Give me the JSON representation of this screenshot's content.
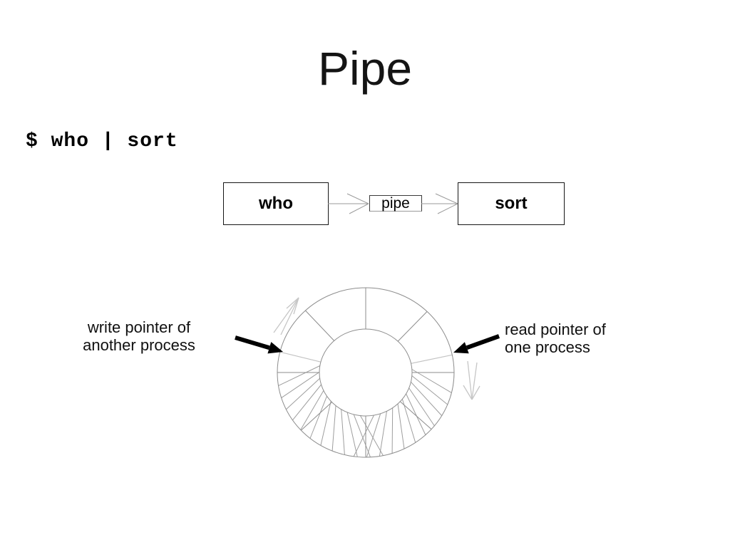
{
  "slide": {
    "title": "Pipe",
    "command": "$ who | sort"
  },
  "flow": {
    "boxes": [
      {
        "label": "who"
      },
      {
        "label": "pipe"
      },
      {
        "label": "sort"
      }
    ],
    "connections": [
      {
        "from": "who",
        "to": "pipe"
      },
      {
        "from": "pipe",
        "to": "sort"
      }
    ]
  },
  "ring": {
    "write_label": [
      "write pointer of",
      "another process"
    ],
    "read_label": [
      "read pointer of",
      "one process"
    ],
    "hatched_region_meaning": "data in pipe buffer"
  },
  "colors": {
    "ring_stroke": "#8d8d8d",
    "hatch_stroke": "#9e9e9e",
    "light_spoke": "#c3c3c3",
    "motion_arrow": "#c6c6c6",
    "connector": "#9a9a9a",
    "pointer_arrow": "#000000",
    "text": "#111111"
  }
}
